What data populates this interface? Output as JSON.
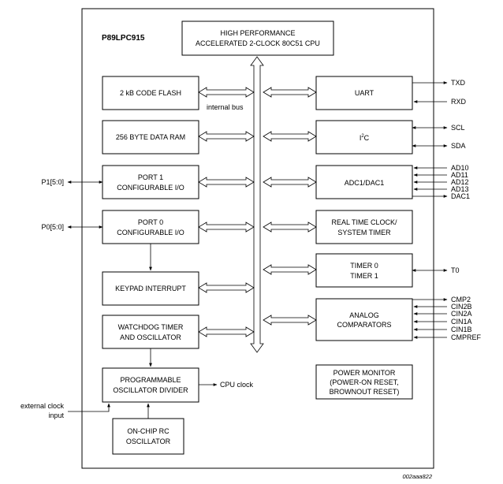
{
  "title": "P89LPC915",
  "figure_ref": "002aaa822",
  "blocks": {
    "cpu": [
      "HIGH PERFORMANCE",
      "ACCELERATED 2-CLOCK 80C51 CPU"
    ],
    "flash": [
      "2 kB CODE FLASH"
    ],
    "ram": [
      "256 BYTE DATA RAM"
    ],
    "port1": [
      "PORT 1",
      "CONFIGURABLE I/O"
    ],
    "port0": [
      "PORT 0",
      "CONFIGURABLE I/O"
    ],
    "keypad": [
      "KEYPAD INTERRUPT"
    ],
    "watchdog": [
      "WATCHDOG TIMER",
      "AND OSCILLATOR"
    ],
    "progosc": [
      "PROGRAMMABLE",
      "OSCILLATOR DIVIDER"
    ],
    "rcosc": [
      "ON-CHIP RC",
      "OSCILLATOR"
    ],
    "uart": [
      "UART"
    ],
    "i2c": {
      "main": "I",
      "sup": "2",
      "tail": "C"
    },
    "adc": [
      "ADC1/DAC1"
    ],
    "rtc": [
      "REAL TIME CLOCK/",
      "SYSTEM TIMER"
    ],
    "timers": [
      "TIMER 0",
      "TIMER 1"
    ],
    "analog": [
      "ANALOG",
      "COMPARATORS"
    ],
    "power": [
      "POWER MONITOR",
      "(POWER-ON RESET,",
      "BROWNOUT RESET)"
    ]
  },
  "labels": {
    "internal_bus": "internal bus",
    "cpu_clock": "CPU clock",
    "ext_clock": [
      "external clock",
      "input"
    ],
    "p1": "P1[5:0]",
    "p0": "P0[5:0]"
  },
  "signals": {
    "uart": [
      "TXD",
      "RXD"
    ],
    "i2c": [
      "SCL",
      "SDA"
    ],
    "adc": [
      "AD10",
      "AD11",
      "AD12",
      "AD13",
      "DAC1"
    ],
    "timers": [
      "T0"
    ],
    "analog": [
      "CMP2",
      "CIN2B",
      "CIN2A",
      "CIN1A",
      "CIN1B",
      "CMPREF"
    ]
  }
}
